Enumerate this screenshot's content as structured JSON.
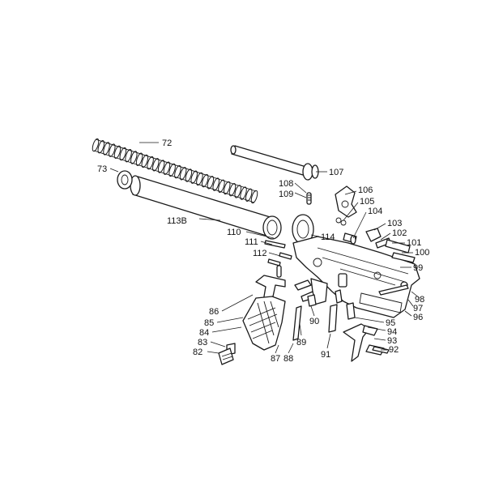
{
  "diagram": {
    "labels": {
      "p72": "72",
      "p73": "73",
      "p107": "107",
      "p108": "108",
      "p109": "109",
      "p106": "106",
      "p105": "105",
      "p104": "104",
      "p103": "103",
      "p102": "102",
      "p113b": "113B",
      "p110": "110",
      "p114": "114",
      "p111": "111",
      "p112": "112",
      "p101": "101",
      "p100": "100",
      "p99": "99",
      "p98": "98",
      "p97": "97",
      "p96": "96",
      "p95": "95",
      "p94": "94",
      "p93": "93",
      "p92": "92",
      "p91": "91",
      "p90": "90",
      "p89": "89",
      "p88": "88",
      "p87": "87",
      "p86": "86",
      "p85": "85",
      "p84": "84",
      "p83": "83",
      "p82": "82"
    },
    "colors": {
      "line": "#1a1a1a",
      "background": "#ffffff"
    }
  }
}
